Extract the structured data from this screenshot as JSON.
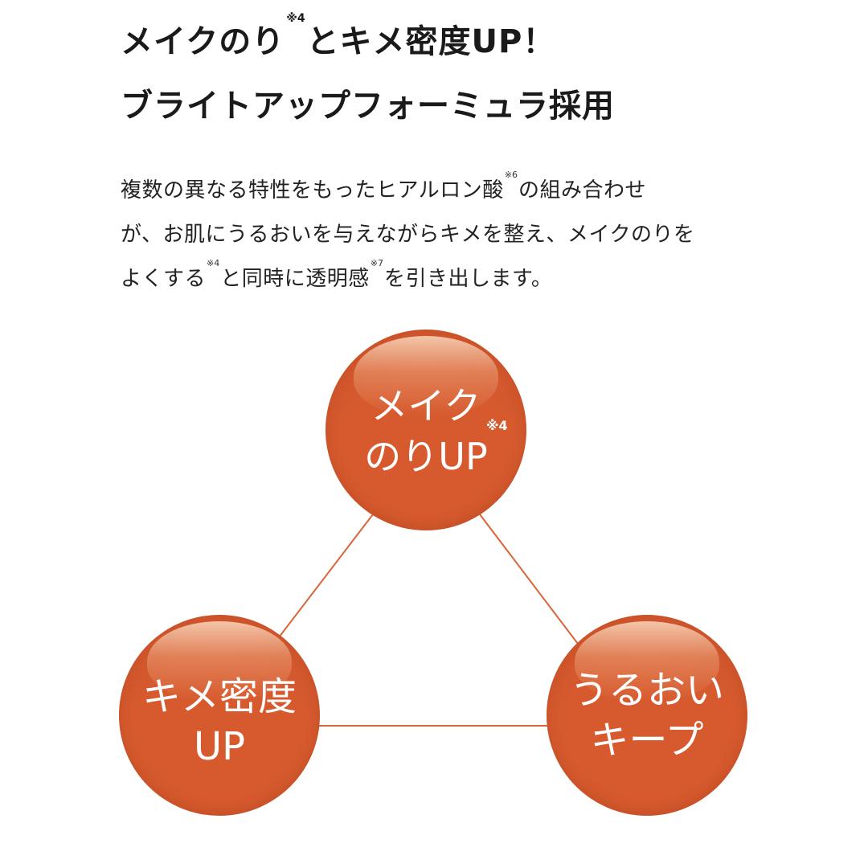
{
  "headline": {
    "line1_a": "メイクのり",
    "line1_sup": "※4",
    "line1_b": "とキメ密度UP！",
    "line2": "ブライトアップフォーミュラ採用"
  },
  "body": {
    "line1_a": "複数の異なる特性をもったヒアルロン酸",
    "line1_sup": "※6",
    "line1_b": "の組み合わせ",
    "line2": "が、お肌にうるおいを与えながらキメを整え、メイクのりを",
    "line3_a": "よくする",
    "line3_sup1": "※4",
    "line3_b": "と同時に透明感",
    "line3_sup2": "※7",
    "line3_c": "を引き出します。"
  },
  "diagram": {
    "top_node": {
      "line1": "メイク",
      "line2": "のりUP",
      "sup": "※4"
    },
    "left_node": {
      "line1": "キメ密度",
      "line2": "UP"
    },
    "right_node": {
      "line1": "うるおい",
      "line2": "キープ"
    }
  },
  "colors": {
    "accent": "#d65a2e",
    "connector": "#d9643a",
    "text": "#1a1a1a"
  }
}
